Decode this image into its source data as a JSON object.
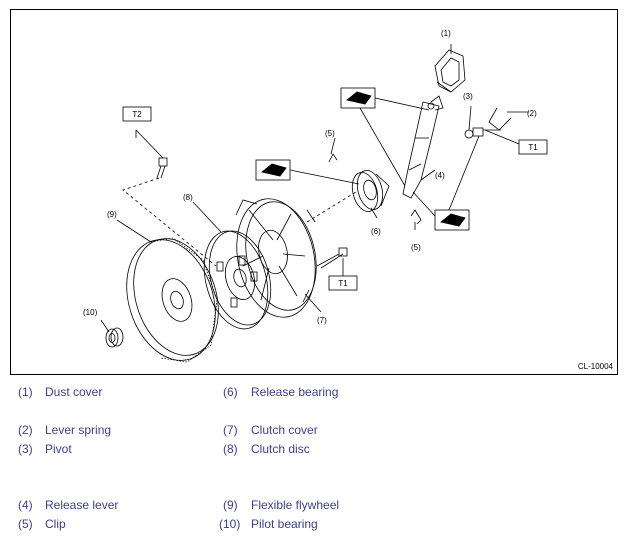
{
  "diagram": {
    "drawing_code": "CL-10004",
    "callouts": {
      "c1": "(1)",
      "c2": "(2)",
      "c3": "(3)",
      "c4": "(4)",
      "c5a": "(5)",
      "c5b": "(5)",
      "c6": "(6)",
      "c7": "(7)",
      "c8": "(8)",
      "c9": "(9)",
      "c10": "(10)"
    },
    "torque_tags": {
      "t1a": "T1",
      "t1b": "T1",
      "t2": "T2"
    }
  },
  "legend": [
    {
      "num": "(1)",
      "label": "Dust cover"
    },
    {
      "num": "(2)",
      "label": "Lever spring"
    },
    {
      "num": "(3)",
      "label": "Pivot"
    },
    {
      "num": "(4)",
      "label": "Release lever"
    },
    {
      "num": "(5)",
      "label": "Clip"
    },
    {
      "num": "(6)",
      "label": "Release bearing"
    },
    {
      "num": "(7)",
      "label": "Clutch cover"
    },
    {
      "num": "(8)",
      "label": "Clutch disc"
    },
    {
      "num": "(9)",
      "label": "Flexible flywheel"
    },
    {
      "num": "(10)",
      "label": "Pilot bearing"
    }
  ]
}
